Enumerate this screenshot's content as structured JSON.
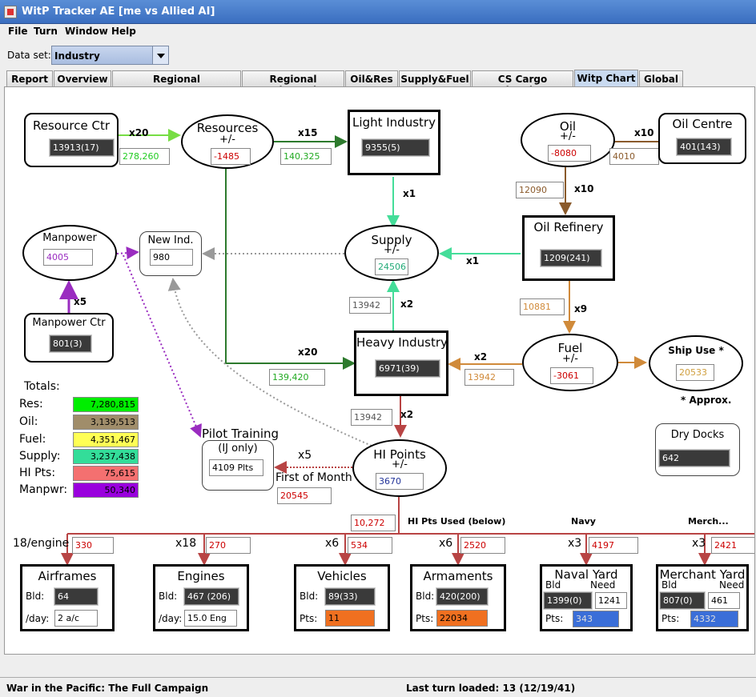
{
  "window": {
    "title": "WitP Tracker AE [me vs Allied AI]"
  },
  "menu": {
    "file": "File",
    "turn": "Turn",
    "window": "Window",
    "help": "Help"
  },
  "dataset": {
    "label": "Data set:",
    "value": "Industry"
  },
  "tabs": [
    {
      "label": "Report"
    },
    {
      "label": "Overview"
    },
    {
      "label": "Regional Fcty/Resources"
    },
    {
      "label": "Regional Ind/Repair"
    },
    {
      "label": "Oil&Res"
    },
    {
      "label": "Supply&Fuel"
    },
    {
      "label": "CS Cargo Planning"
    },
    {
      "label": "Witp Chart"
    },
    {
      "label": "Global"
    }
  ],
  "chart": {
    "resource_ctr": {
      "title": "Resource Ctr",
      "value": "13913(17)"
    },
    "resources": {
      "title": "Resources",
      "pm": "+/-",
      "value": "-1485"
    },
    "light_industry": {
      "title": "Light Industry",
      "value": "9355(5)"
    },
    "oil": {
      "title": "Oil",
      "pm": "+/-",
      "value": "-8080"
    },
    "oil_centre": {
      "title": "Oil Centre",
      "value": "401(143)"
    },
    "manpower": {
      "title": "Manpower",
      "value": "4005"
    },
    "new_ind": {
      "title": "New Ind.",
      "value": "980"
    },
    "supply": {
      "title": "Supply",
      "pm": "+/-",
      "value": "24506"
    },
    "oil_refinery": {
      "title": "Oil Refinery",
      "value": "1209(241)"
    },
    "manpower_ctr": {
      "title": "Manpower Ctr",
      "value": "801(3)"
    },
    "heavy_industry": {
      "title": "Heavy Industry",
      "value": "6971(39)"
    },
    "fuel": {
      "title": "Fuel",
      "pm": "+/-",
      "value": "-3061"
    },
    "ship_use": {
      "title": "Ship Use *",
      "value": "20533",
      "note": "* Approx."
    },
    "dry_docks": {
      "title": "Dry Docks",
      "value": "642"
    },
    "pilot_training": {
      "title": "Pilot Training",
      "sub": "(IJ only)",
      "value": "4109 Plts"
    },
    "hi_points": {
      "title": "HI Points",
      "pm": "+/-",
      "value": "3670"
    },
    "first_of_month": {
      "label": "First of Month",
      "value": "20545"
    },
    "flows": {
      "res_ctr_to_res": {
        "mult": "x20",
        "value": "278,260"
      },
      "res_to_light": {
        "mult": "x15",
        "value": "140,325"
      },
      "oilctr_to_oil": {
        "mult": "x10",
        "value": "4010"
      },
      "oil_to_ref": {
        "mult": "x10",
        "value": "12090"
      },
      "light_to_supply": {
        "mult": "x1"
      },
      "ref_to_supply": {
        "mult": "x1"
      },
      "heavy_to_supply": {
        "mult": "x2",
        "value": "13942"
      },
      "ref_to_fuel": {
        "mult": "x9",
        "value": "10881"
      },
      "res_to_heavy": {
        "mult": "x20",
        "value": "139,420"
      },
      "fuel_to_heavy": {
        "mult": "x2",
        "value": "13942"
      },
      "heavy_to_hi": {
        "mult": "x2",
        "value": "13942"
      },
      "mp_ctr_to_mp": {
        "mult": "x5"
      },
      "hi_to_pilot": {
        "mult": "x5"
      }
    },
    "hi_used": {
      "value": "10,272",
      "label": "HI Pts Used (below)"
    },
    "totals": {
      "title": "Totals:",
      "items": [
        {
          "label": "Res:",
          "value": "7,280,815",
          "color": "#00ee00"
        },
        {
          "label": "Oil:",
          "value": "3,139,513",
          "color": "#a08d6a"
        },
        {
          "label": "Fuel:",
          "value": "4,351,467",
          "color": "#ffff55"
        },
        {
          "label": "Supply:",
          "value": "3,237,438",
          "color": "#33dd99"
        },
        {
          "label": "HI Pts:",
          "value": "75,615",
          "color": "#f47070"
        },
        {
          "label": "Manpwr:",
          "value": "50,340",
          "color": "#9900dd"
        }
      ]
    },
    "production": [
      {
        "mult": "18/engine",
        "flow": "330",
        "title": "Airframes",
        "r1": "Bld:",
        "v1": "64",
        "r2": "/day:",
        "v2": "2 a/c"
      },
      {
        "mult": "x18",
        "flow": "270",
        "title": "Engines",
        "r1": "Bld:",
        "v1": "467 (206)",
        "r2": "/day:",
        "v2": "15.0 Eng"
      },
      {
        "mult": "x6",
        "flow": "534",
        "title": "Vehicles",
        "r1": "Bld:",
        "v1": "89(33)",
        "r2": "Pts:",
        "v2": "11"
      },
      {
        "mult": "x6",
        "flow": "2520",
        "title": "Armaments",
        "r1": "Bld:",
        "v1": "420(200)",
        "r2": "Pts:",
        "v2": "22034"
      },
      {
        "mult": "x3",
        "flow": "4197",
        "title": "Naval Yard",
        "h1": "Bld",
        "h2": "Need",
        "v1": "1399(0)",
        "need": "1241",
        "r2": "Pts:",
        "v2": "343",
        "top": "Navy"
      },
      {
        "mult": "x3",
        "flow": "2421",
        "title": "Merchant Yard",
        "h1": "Bld",
        "h2": "Need",
        "v1": "807(0)",
        "need": "461",
        "r2": "Pts:",
        "v2": "4332",
        "top": "Merch..."
      }
    ]
  },
  "status": {
    "left": "War in the Pacific: The Full Campaign",
    "right": "Last turn loaded: 13 (12/19/41)"
  }
}
